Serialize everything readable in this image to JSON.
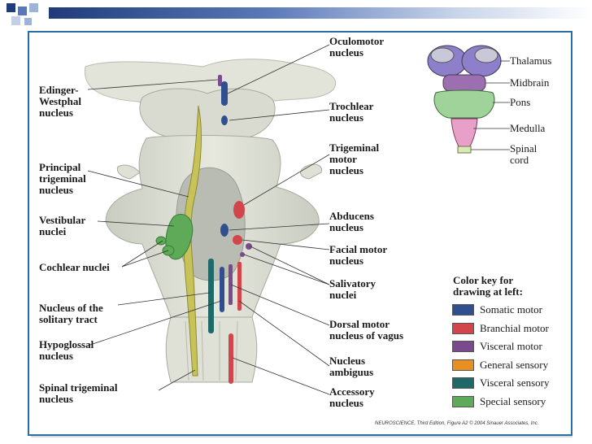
{
  "labels": {
    "oculomotor": "Oculomotor\nnucleus",
    "edinger": "Edinger-\nWestphal\nnucleus",
    "trochlear": "Trochlear\nnucleus",
    "trigeminal_motor": "Trigeminal\nmotor\nnucleus",
    "principal_trigeminal": "Principal\ntrigeminal\nnucleus",
    "vestibular": "Vestibular\nnuclei",
    "abducens": "Abducens\nnucleus",
    "facial_motor": "Facial motor\nnucleus",
    "cochlear": "Cochlear nuclei",
    "salivatory": "Salivatory\nnuclei",
    "solitary": "Nucleus of the\nsolitary tract",
    "dorsal_motor": "Dorsal motor\nnucleus of vagus",
    "hypoglossal": "Hypoglossal\nnucleus",
    "ambiguus": "Nucleus\nambiguus",
    "spinal_trigeminal": "Spinal trigeminal\nnucleus",
    "accessory": "Accessory\nnucleus"
  },
  "reference": {
    "thalamus": "Thalamus",
    "midbrain": "Midbrain",
    "pons": "Pons",
    "medulla": "Medulla",
    "spinal_cord": "Spinal\ncord"
  },
  "key": {
    "title": "Color key for\ndrawing at left:",
    "items": [
      {
        "label": "Somatic motor",
        "color": "#2f4f8f"
      },
      {
        "label": "Branchial motor",
        "color": "#d2454a"
      },
      {
        "label": "Visceral motor",
        "color": "#7a4a8e"
      },
      {
        "label": "General sensory",
        "color": "#e8901f"
      },
      {
        "label": "Visceral sensory",
        "color": "#1f6a68"
      },
      {
        "label": "Special sensory",
        "color": "#5eaa58"
      }
    ]
  },
  "credit": "NEUROSCIENCE, Third Edition, Figure A2  © 2004 Sinauer Associates, Inc."
}
